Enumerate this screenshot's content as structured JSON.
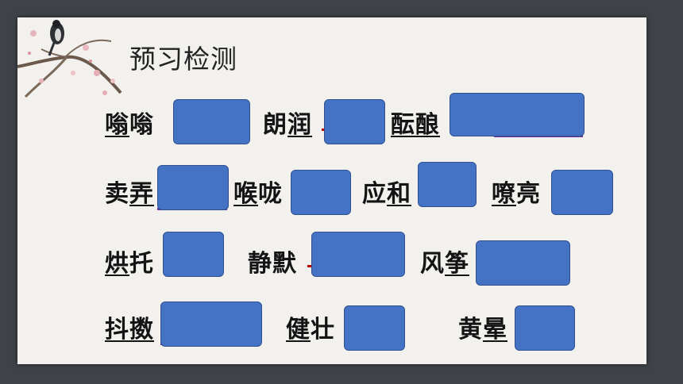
{
  "title": "预习检测",
  "words": [
    {
      "id": "wengweng",
      "before": "",
      "underlined": "嗡",
      "after": "嗡"
    },
    {
      "id": "langrun",
      "before": "朗",
      "underlined": "润",
      "after": ""
    },
    {
      "id": "yunniang",
      "before": "",
      "underlined": "酝酿",
      "after": ""
    },
    {
      "id": "mainong",
      "before": "卖",
      "underlined": "弄",
      "after": ""
    },
    {
      "id": "houlong",
      "before": "",
      "underlined": "喉",
      "after": "咙"
    },
    {
      "id": "yinghe",
      "before": "应",
      "underlined": "和",
      "after": ""
    },
    {
      "id": "liaoliang",
      "before": "",
      "underlined": "嘹",
      "after": "亮"
    },
    {
      "id": "hongtuo",
      "before": "",
      "underlined": "烘",
      "after": "托"
    },
    {
      "id": "jingmo",
      "before": "",
      "underlined": "",
      "after": "静默"
    },
    {
      "id": "fengzheng",
      "before": "风",
      "underlined": "筝",
      "after": ""
    },
    {
      "id": "dousou",
      "before": "",
      "underlined": "抖擞",
      "after": ""
    },
    {
      "id": "jianzhuang",
      "before": "",
      "underlined": "健",
      "after": "壮"
    },
    {
      "id": "huangyun",
      "before": "黄",
      "underlined": "晕",
      "after": ""
    }
  ]
}
